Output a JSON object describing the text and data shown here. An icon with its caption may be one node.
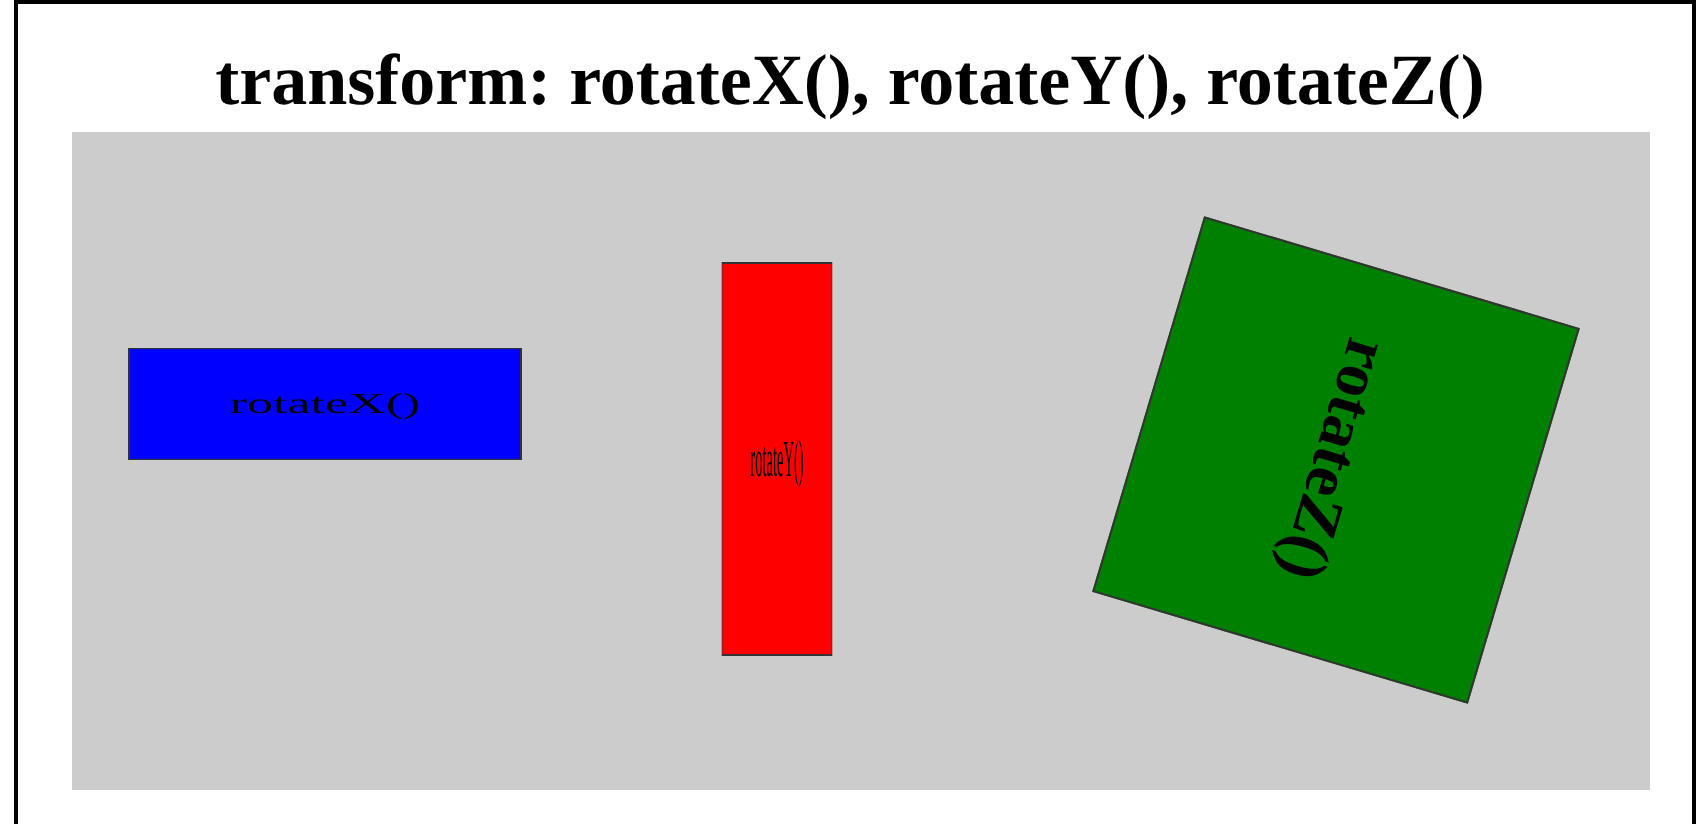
{
  "diagram": {
    "title": "transform: rotateX(), rotateY(), rotateZ()",
    "nodes": [
      {
        "text": [
          "rotateX()"
        ]
      },
      {
        "text": [
          "rotateY()"
        ]
      },
      {
        "text": [
          "rotateZ()"
        ]
      }
    ],
    "edges": []
  }
}
